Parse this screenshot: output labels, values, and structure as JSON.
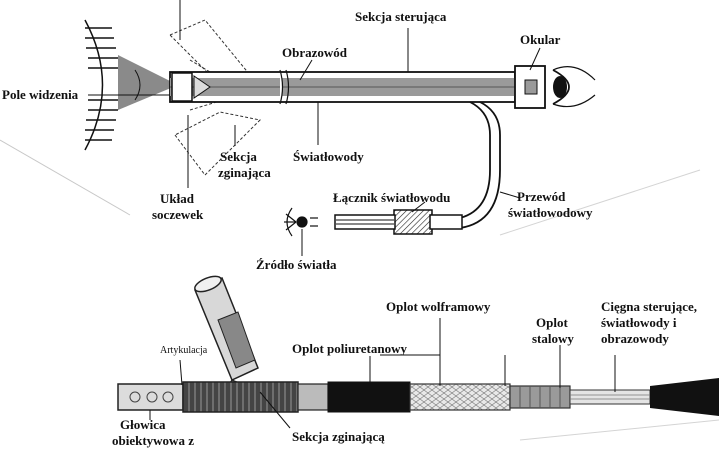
{
  "top_diagram": {
    "labels": {
      "sekcja_sterujaca": "Sekcja sterująca",
      "okular": "Okular",
      "obrazowod": "Obrazowód",
      "pole_widzenia": "Pole widzenia",
      "swiatlowody": "Światłowody",
      "sekcja_zginajaca_l1": "Sekcja",
      "sekcja_zginajaca_l2": "zginająca",
      "uklad_soczewek_l1": "Układ",
      "uklad_soczewek_l2": "soczewek",
      "lacznik": "Łącznik światłowodu",
      "przewod_l1": "Przewód",
      "przewod_l2": "światłowodowy",
      "zrodlo": "Źródło światła"
    }
  },
  "bottom_diagram": {
    "labels": {
      "artykulacja": "Artykulacja",
      "oplot_wolframowy": "Oplot wolframowy",
      "oplot_poliuretanowy": "Oplot poliuretanowy",
      "oplot_stalowy_l1": "Oplot",
      "oplot_stalowy_l2": "stalowy",
      "ciegna_l1": "Cięgna sterujące,",
      "ciegna_l2": "światłowody i",
      "ciegna_l3": "obrazowody",
      "glowica_l1": "Głowica",
      "glowica_l2": "obiektywowa z",
      "sekcja_zginajaca": "Sekcja zginającą"
    }
  }
}
